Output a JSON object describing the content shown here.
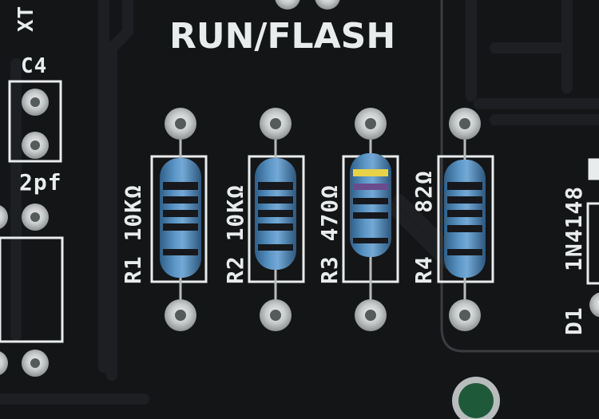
{
  "header_label": "RUN/FLASH",
  "top_left_label": "XT",
  "capacitor": {
    "ref": "C4",
    "value": "2pf"
  },
  "resistors": [
    {
      "ref": "R1",
      "value": "10KΩ"
    },
    {
      "ref": "R2",
      "value": "10KΩ"
    },
    {
      "ref": "R3",
      "value": "470Ω"
    },
    {
      "ref": "R4",
      "value": "82Ω"
    }
  ],
  "diode": {
    "ref": "D1",
    "value": "1N4148"
  },
  "colors": {
    "pcb": "#141516",
    "trace": "#1d1f21",
    "silkscreen": "#e9ecec",
    "resistor_body": "#4d86b8",
    "pad": "#c9cccc",
    "via_mask": "#1e5a3a"
  }
}
